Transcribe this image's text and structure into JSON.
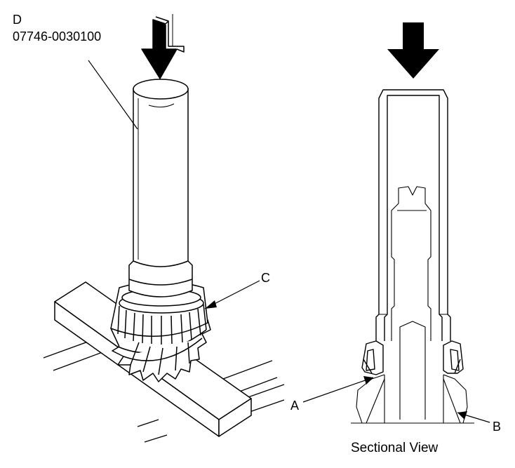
{
  "labels": {
    "tool_letter": "D",
    "tool_number": "07746-0030100",
    "bearing": "C",
    "callout_a": "A",
    "callout_b": "B"
  },
  "caption": "Sectional View"
}
